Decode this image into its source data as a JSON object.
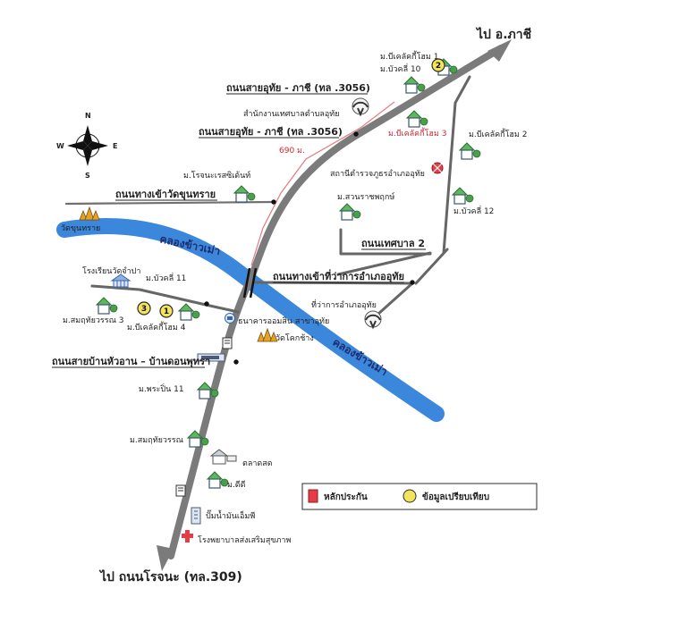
{
  "destinations": {
    "north": "ไป อ.ภาชี",
    "south": "ไป ถนนโรจนะ (ทล.309)"
  },
  "roads": {
    "main_upper": "ถนนสายอุทัย - ภาชี (ทล .3056)",
    "main_lower": "ถนนสายอุทัย - ภาชี (ทล .3056)",
    "temple_road": "ถนนทางเข้าวัดขุนทราย",
    "municipal_road": "ถนนเทศบาล 2",
    "district_road": "ถนนทางเข้าที่ว่าการอำเภออุทัย",
    "village_road": "ถนนสายบ้านหัวอาน – บ้านดอนพุทรา"
  },
  "places": {
    "village_bk1": "ม.บีเคลัคกี้โฮม 1",
    "village_bk10": "ม.บัวคลี่ 10",
    "municipal_office": "สำนักงานเทศบาลตำบลอุทัย",
    "village_bk3": "ม.บีเคลัคกี้โฮม 3",
    "village_bk2": "ม.บีเคลัคกี้โฮม 2",
    "village_bk12": "ม.บัวคลี่ 12",
    "police_station": "สถานีตำรวจภูธรอำเภออุทัย",
    "village_residence": "ม.โรจนะเรสซิเด้นท์",
    "village_suan": "ม.สวนราชพฤกษ์",
    "temple_khun_sai": "วัดขุนทราย",
    "school": "โรงเรียนวัดจำปา",
    "village_bk11": "ม.บัวคลี่ 11",
    "village_somkul3": "ม.สมฤทัยวรรณ 3",
    "village_bk4": "ม.บีเคลัคกี้โฮม 4",
    "district_office": "ที่ว่าการอำเภออุทัย",
    "bank": "ธนาคารออมสิน สาขาอุทัย",
    "temple_khok_chang": "วัดโคกช้าง",
    "village_phrapin11": "ม.พระปิ่น 11",
    "village_somkul": "ม.สมฤทัยวรรณ",
    "market": "ตลาดสด",
    "village_di": "ม.ดีดี",
    "gas_station": "ปั๊มน้ำมันเอ็มพี",
    "hospital": "โรงพยาบาลส่งเสริมสุขภาพ"
  },
  "distance": "690 ม.",
  "canal": {
    "west": "คลองข้าวเม่า",
    "east": "คลองข้าวเม่า"
  },
  "compass": {
    "n": "N",
    "s": "S",
    "e": "E",
    "w": "W"
  },
  "legend": {
    "marker_a": "หลักประกัน",
    "marker_b": "ข้อมูลเปรียบเทียบ",
    "color_a": "#e53c46",
    "color_b": "#f3e55b"
  },
  "badges": {
    "one": "1",
    "two": "2",
    "three": "3"
  },
  "icons": {
    "house": "house-icon",
    "temple": "temple-icon",
    "school": "school-icon",
    "government": "government-seal-icon",
    "police": "police-icon",
    "bank": "bank-icon",
    "market": "market-icon",
    "gas": "gas-station-icon",
    "hospital": "hospital-icon",
    "store": "store-icon",
    "compass": "compass-icon"
  },
  "colors": {
    "canal": "#3a87db",
    "road": "#7b7b7b",
    "hospital_cross": "#e53c46"
  }
}
